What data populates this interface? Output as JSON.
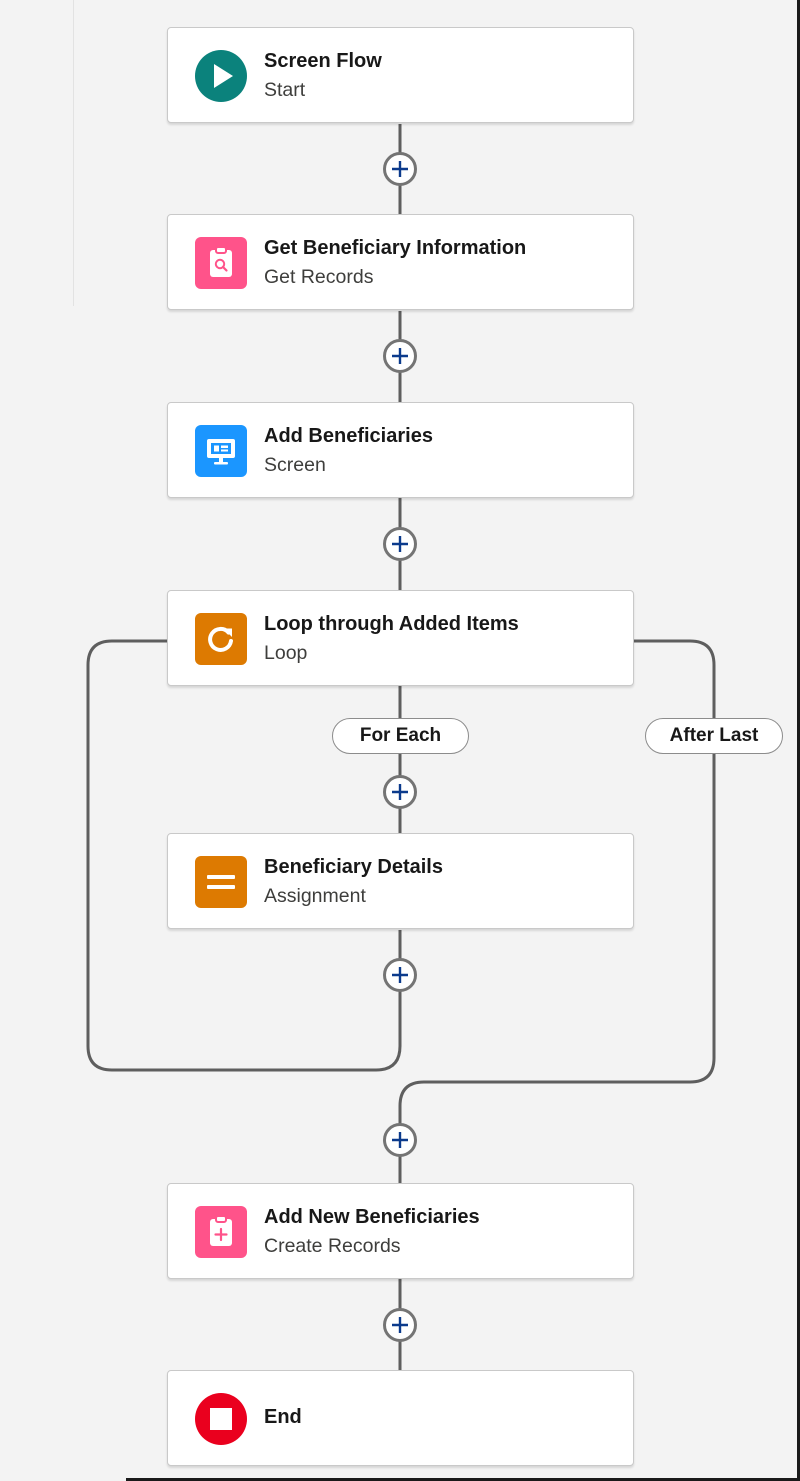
{
  "flow": {
    "start": {
      "title": "Screen Flow",
      "subtitle": "Start",
      "icon": "play-icon",
      "color": "#0b827c"
    },
    "get_records": {
      "title": "Get Beneficiary Information",
      "subtitle": "Get Records",
      "icon": "record-lookup-icon",
      "color": "#ff538a"
    },
    "screen": {
      "title": "Add Beneficiaries",
      "subtitle": "Screen",
      "icon": "screen-icon",
      "color": "#1b96ff"
    },
    "loop": {
      "title": "Loop through Added Items",
      "subtitle": "Loop",
      "icon": "loop-icon",
      "color": "#dd7a01"
    },
    "for_each_label": "For Each",
    "after_last_label": "After Last",
    "assignment": {
      "title": "Beneficiary Details",
      "subtitle": "Assignment",
      "icon": "assignment-icon",
      "color": "#dd7a01"
    },
    "create_records": {
      "title": "Add New Beneficiaries",
      "subtitle": "Create Records",
      "icon": "record-create-icon",
      "color": "#ff538a"
    },
    "end": {
      "title": "End",
      "icon": "stop-icon",
      "color": "#ea001e"
    }
  },
  "colors": {
    "connector": "#5e5e5e",
    "add_button_plus": "#0b3a8c",
    "canvas": "#f3f3f3"
  }
}
